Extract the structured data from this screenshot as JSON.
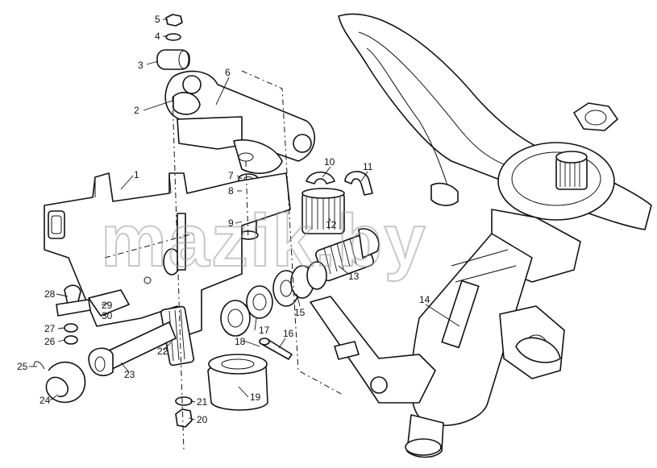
{
  "watermark": "mazik.by",
  "corner_mark": "",
  "callouts": [
    {
      "id": "1",
      "label": "1"
    },
    {
      "id": "2",
      "label": "2"
    },
    {
      "id": "3",
      "label": "3"
    },
    {
      "id": "4",
      "label": "4"
    },
    {
      "id": "5",
      "label": "5"
    },
    {
      "id": "6",
      "label": "6"
    },
    {
      "id": "7",
      "label": "7"
    },
    {
      "id": "8",
      "label": "8"
    },
    {
      "id": "9",
      "label": "9"
    },
    {
      "id": "10",
      "label": "10"
    },
    {
      "id": "11",
      "label": "11"
    },
    {
      "id": "12",
      "label": "12"
    },
    {
      "id": "13",
      "label": "13"
    },
    {
      "id": "14",
      "label": "14"
    },
    {
      "id": "15",
      "label": "15"
    },
    {
      "id": "16",
      "label": "16"
    },
    {
      "id": "17",
      "label": "17"
    },
    {
      "id": "18",
      "label": "18"
    },
    {
      "id": "19",
      "label": "19"
    },
    {
      "id": "20",
      "label": "20"
    },
    {
      "id": "21",
      "label": "21"
    },
    {
      "id": "22",
      "label": "22"
    },
    {
      "id": "23",
      "label": "23"
    },
    {
      "id": "24",
      "label": "24"
    },
    {
      "id": "25",
      "label": "25"
    },
    {
      "id": "26",
      "label": "26"
    },
    {
      "id": "27",
      "label": "27"
    },
    {
      "id": "28",
      "label": "28"
    },
    {
      "id": "29",
      "label": "29"
    },
    {
      "id": "30",
      "label": "30"
    }
  ]
}
